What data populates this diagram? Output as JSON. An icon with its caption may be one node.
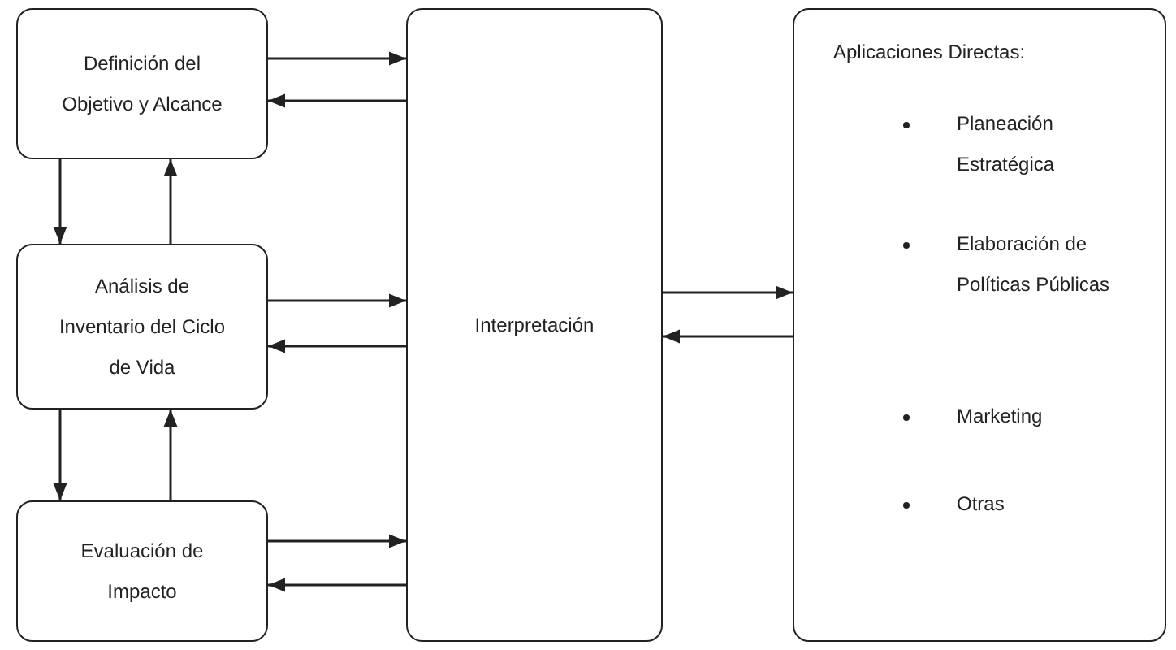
{
  "diagram": {
    "nodes": [
      {
        "text": [
          "Definición del Objetivo y Alcance"
        ]
      },
      {
        "text": [
          "Análisis de Inventario del Ciclo de Vida"
        ]
      },
      {
        "text": [
          "Evaluación de Impacto"
        ]
      },
      {
        "text": [
          "Interpretación"
        ]
      },
      {
        "text": [
          "Aplicaciones Directas:",
          "Planeación Estratégica",
          "Elaboración de Políticas Públicas",
          "Marketing",
          "Otras"
        ]
      }
    ],
    "edges": [
      {
        "from": 0,
        "to": 3,
        "arrow": "to"
      },
      {
        "from": 3,
        "to": 0,
        "arrow": "to"
      },
      {
        "from": 0,
        "to": 1,
        "arrow": "to"
      },
      {
        "from": 1,
        "to": 0,
        "arrow": "to"
      },
      {
        "from": 1,
        "to": 3,
        "arrow": "to"
      },
      {
        "from": 3,
        "to": 1,
        "arrow": "to"
      },
      {
        "from": 1,
        "to": 2,
        "arrow": "to"
      },
      {
        "from": 2,
        "to": 1,
        "arrow": "to"
      },
      {
        "from": 2,
        "to": 3,
        "arrow": "to"
      },
      {
        "from": 3,
        "to": 2,
        "arrow": "to"
      },
      {
        "from": 3,
        "to": 4,
        "arrow": "to"
      },
      {
        "from": 4,
        "to": 3,
        "arrow": "to"
      }
    ]
  }
}
